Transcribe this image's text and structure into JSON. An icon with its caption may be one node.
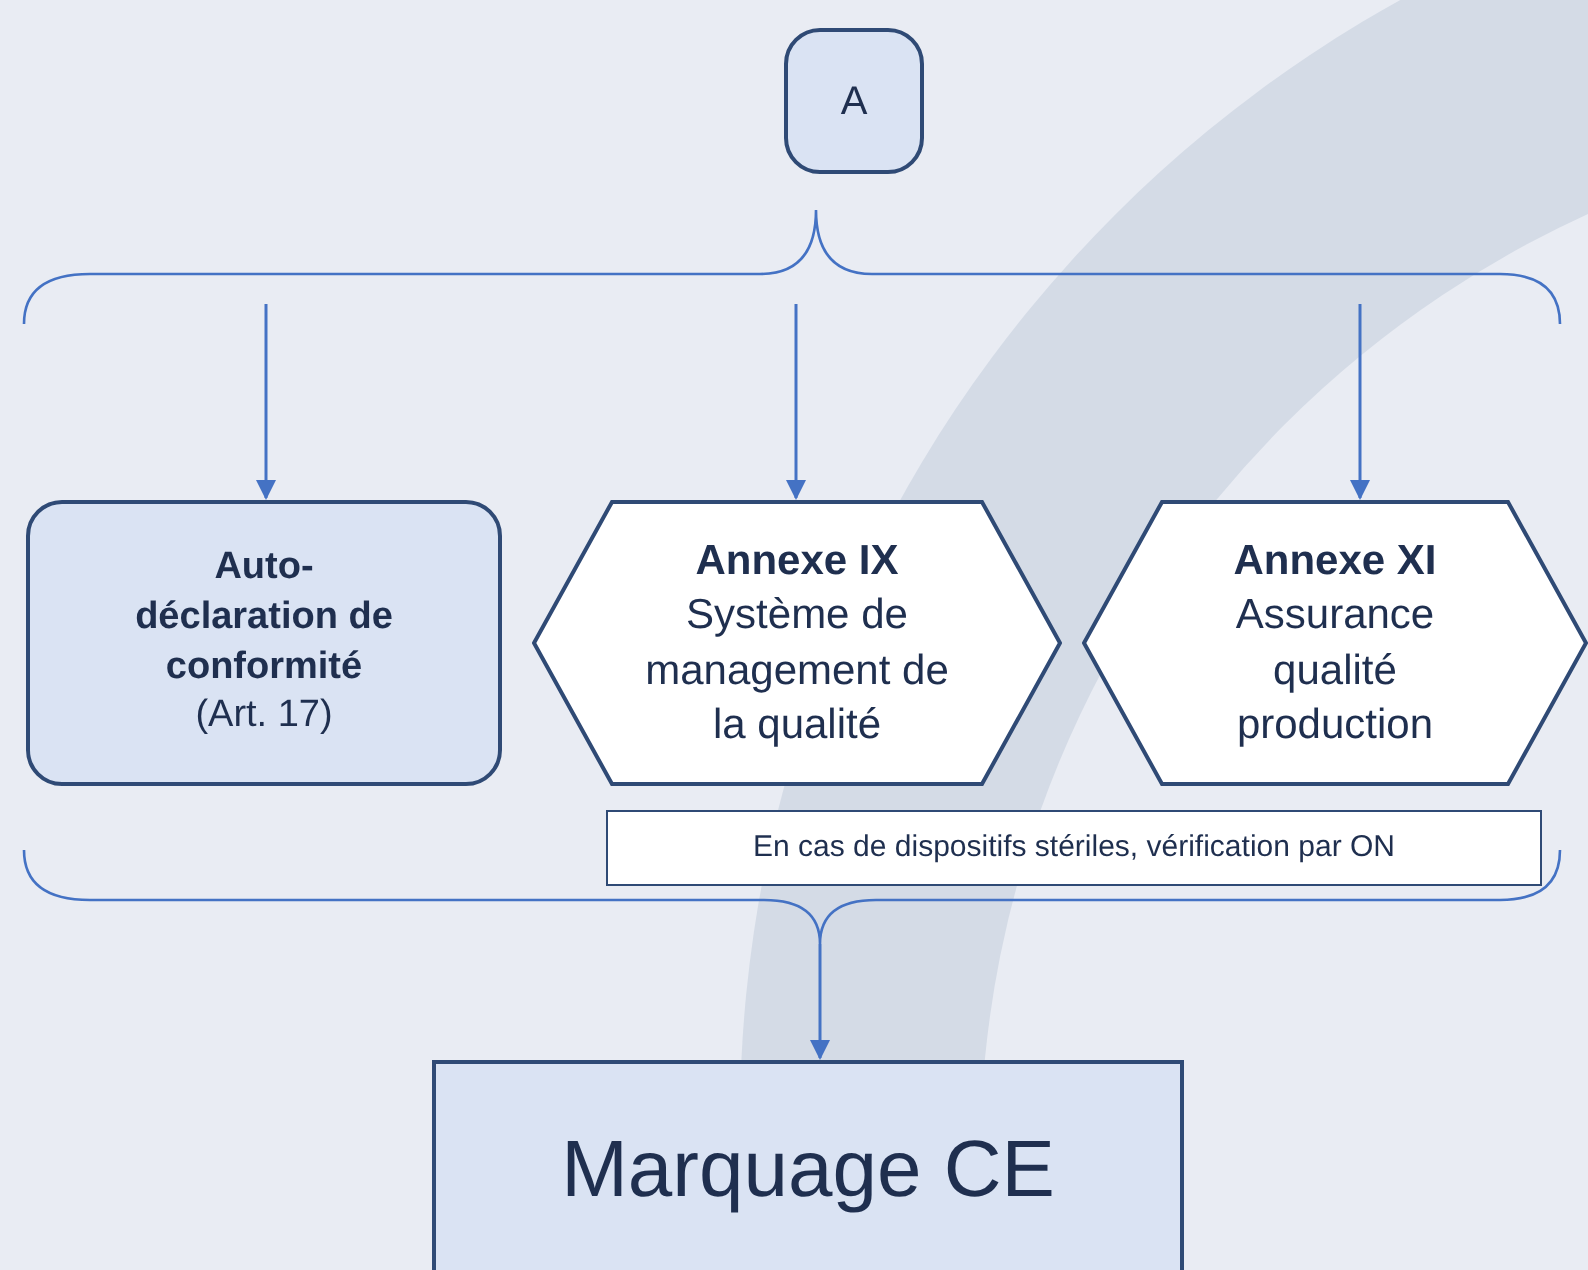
{
  "diagram": {
    "nodes": [
      {
        "text": [
          "A"
        ]
      },
      {
        "text": [
          "Auto-déclaration de conformité",
          "(Art. 17)"
        ]
      },
      {
        "text": [
          "Annexe IX",
          "Système de management de la qualité"
        ]
      },
      {
        "text": [
          "Annexe XI",
          "Assurance qualité production"
        ]
      },
      {
        "text": [
          "En cas de dispositifs stériles, vérification par ON"
        ]
      },
      {
        "text": [
          "Marquage CE"
        ]
      }
    ],
    "edges": [
      {
        "from": 0,
        "to": 1,
        "arrow": "to"
      },
      {
        "from": 0,
        "to": 2,
        "arrow": "to"
      },
      {
        "from": 0,
        "to": 3,
        "arrow": "to"
      },
      {
        "from": 4,
        "to": 5,
        "arrow": "to"
      }
    ]
  }
}
